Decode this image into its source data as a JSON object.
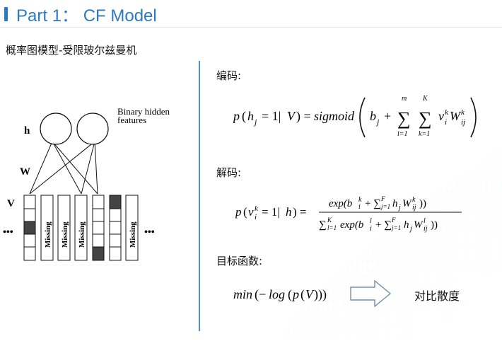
{
  "slide": {
    "title": "Part 1： CF Model",
    "subtitle": "概率图模型-受限玻尔兹曼机"
  },
  "diagram": {
    "label_h": "h",
    "label_w": "W",
    "label_v": "V",
    "hidden_caption_line1": "Binary hidden",
    "hidden_caption_line2": "features",
    "missing_label": "Missing",
    "ellipsis_left": "•••",
    "ellipsis_right": "•••"
  },
  "sections": {
    "encode_label": "编码:",
    "decode_label": "解码:",
    "objective_label": "目标函数:",
    "result_label": "对比散度"
  },
  "colors": {
    "accent": "#2b7bc4",
    "divider": "#4d8fd0",
    "filled_unit": "#444444"
  }
}
